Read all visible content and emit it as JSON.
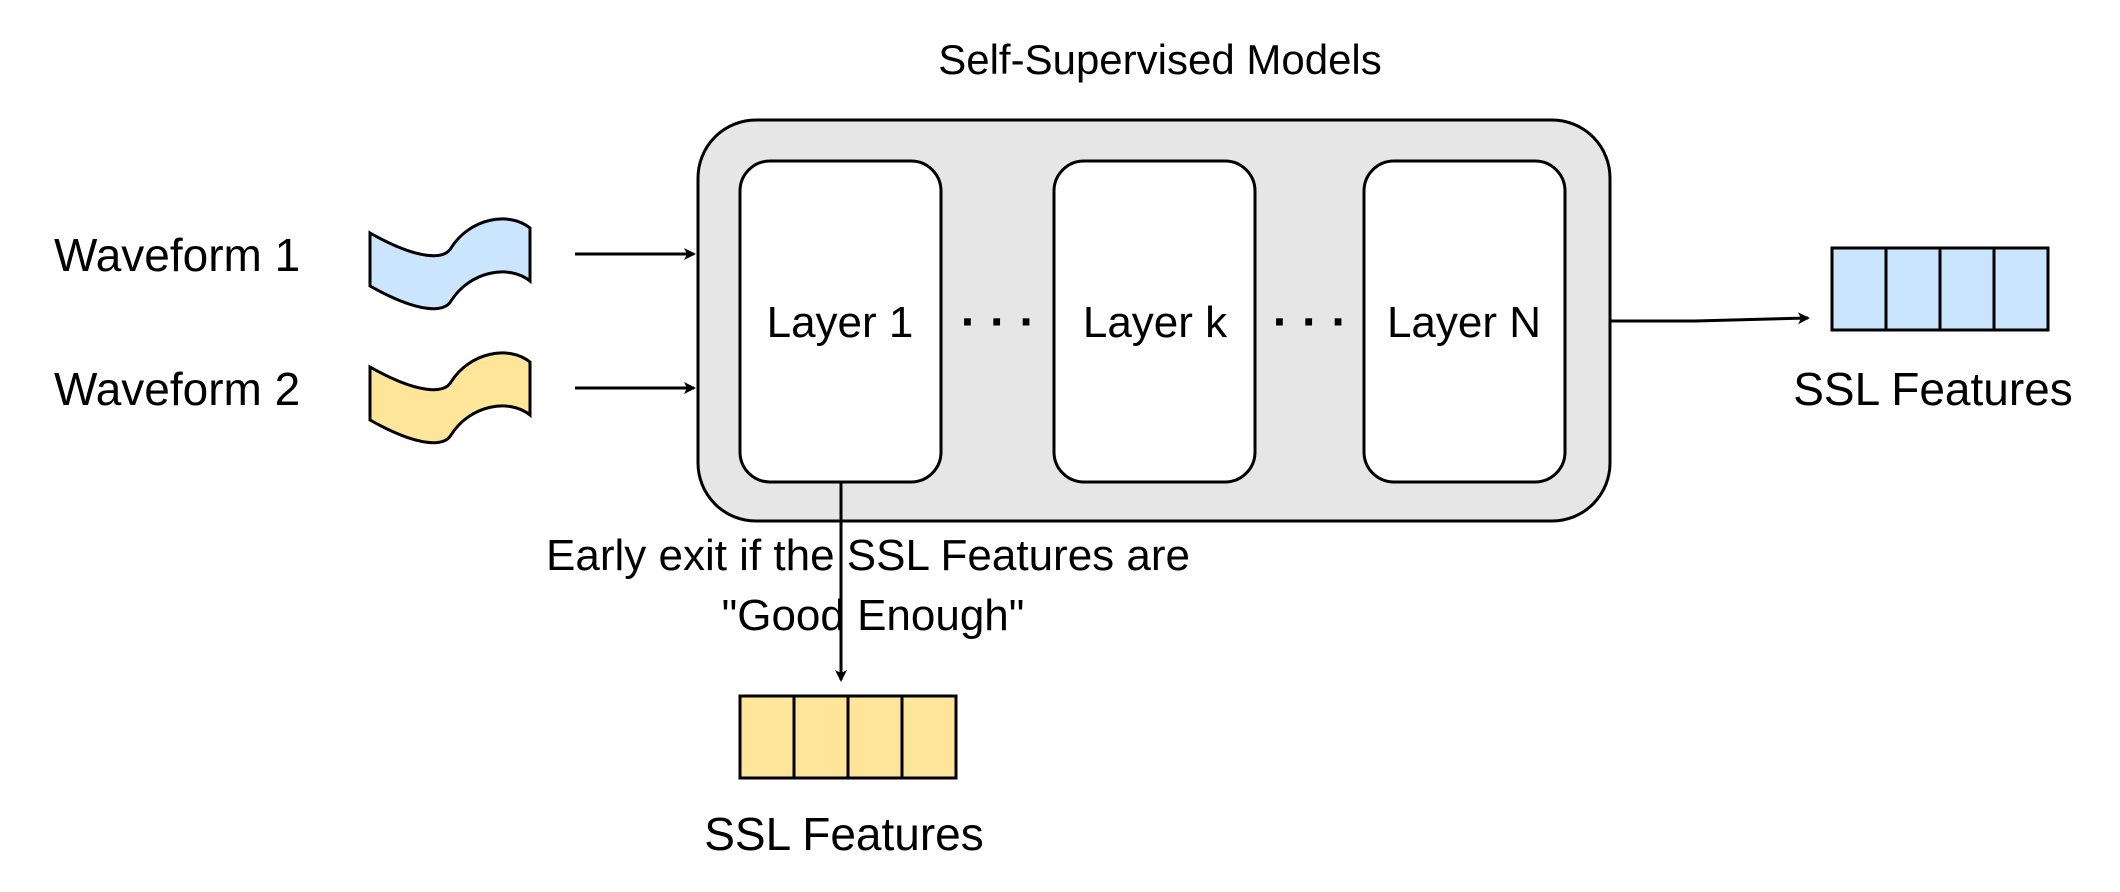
{
  "title": "Self-Supervised Models",
  "inputs": [
    {
      "label": "Waveform 1",
      "color": "#cce5ff"
    },
    {
      "label": "Waveform 2",
      "color": "#ffe599"
    }
  ],
  "layers": [
    {
      "label": "Layer 1"
    },
    {
      "label": "Layer k"
    },
    {
      "label": "Layer N"
    }
  ],
  "ellipsis": "· · ·",
  "early_exit": {
    "line1": "Early exit if the SSL Features are",
    "line2": "\"Good Enough\""
  },
  "outputs": {
    "final_label": "SSL Features",
    "early_label": "SSL Features",
    "final_color": "#cce5ff",
    "early_color": "#ffe599"
  },
  "colors": {
    "container_fill": "#e6e6e6",
    "layer_fill": "#ffffff",
    "stroke": "#000000"
  }
}
